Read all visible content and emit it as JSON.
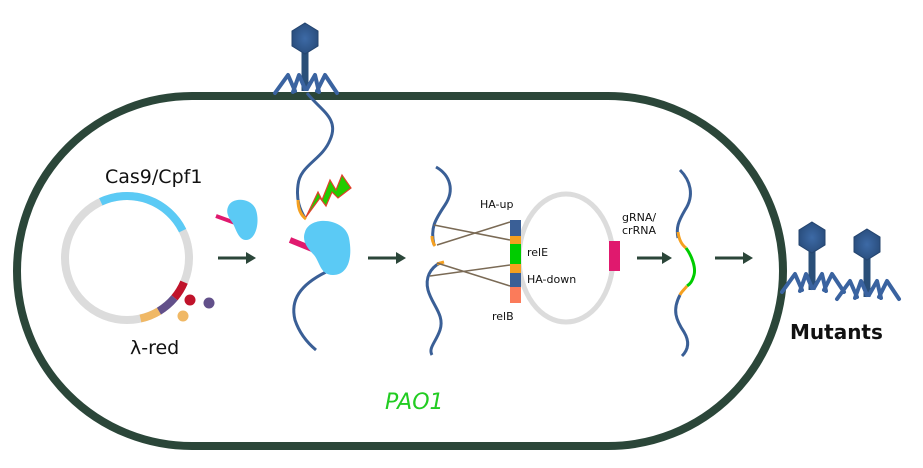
{
  "labels": {
    "cas": "Cas9/Cpf1",
    "lambda_red": "λ-red",
    "ha_up": "HA-up",
    "rele": "relE",
    "ha_down": "HA-down",
    "relb": "relB",
    "grna_line1": "gRNA/",
    "grna_line2": "crRNA",
    "strain": "PAO1",
    "mutants": "Mutants"
  },
  "colors": {
    "cell_wall": "#2b4639",
    "dna": "#3a5f96",
    "phage": "#355f96",
    "cas_protein": "#5bcaf5",
    "guide_rna": "#e0196e",
    "homology_arm": "#f5a020",
    "rele": "#00cc00",
    "relb": "#fb7b5a",
    "strain_label": "#22cc22",
    "plasmid_backbone": "#dcdcdc"
  }
}
